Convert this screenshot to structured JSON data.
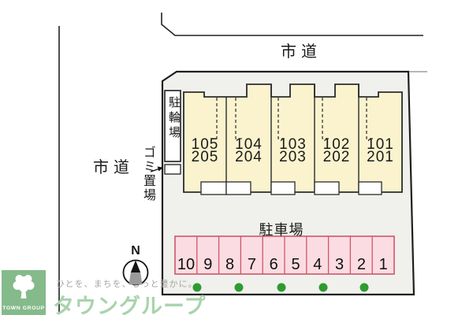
{
  "plan": {
    "road_label_top": "市道",
    "road_label_left": "市道",
    "bicycle_parking": "駐輪場",
    "garbage_area": "ゴミ置場",
    "parking_lot": "駐車場",
    "compass_north": "N",
    "units": [
      {
        "floor1": "105",
        "floor2": "205"
      },
      {
        "floor1": "104",
        "floor2": "204"
      },
      {
        "floor1": "103",
        "floor2": "203"
      },
      {
        "floor1": "102",
        "floor2": "202"
      },
      {
        "floor1": "101",
        "floor2": "201"
      }
    ],
    "parking_stalls": [
      "10",
      "9",
      "8",
      "7",
      "6",
      "5",
      "4",
      "3",
      "2",
      "1"
    ]
  },
  "branding": {
    "logo_box_text": "TOWN GROUP",
    "tagline": "ひとを、まちを、もっと豊かに。",
    "logo_text": "タウングループ"
  },
  "colors": {
    "site_fill": "#F0F0ED",
    "building_fill": "#FAF3CE",
    "outline": "#1F1F1F",
    "white": "#FFFFFF",
    "stall_fill": "#FBDCE2",
    "stall_border": "#CE5767",
    "dot_green": "#2E9B30",
    "brand_green": "#85BA8B",
    "brand_text_green": "#A8D4AB",
    "tagline_gray": "#A6A6A6",
    "needle_gray": "#9A9A9A"
  }
}
